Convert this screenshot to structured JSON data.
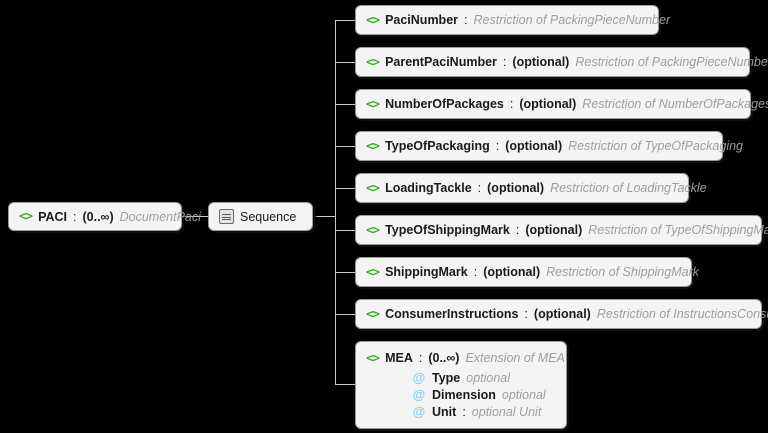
{
  "diagram": {
    "type": "xsd-schema-tree",
    "background_color": "#000000",
    "node_fill_color": "#f4f4f4",
    "element_icon_color": "#2fb216",
    "attribute_icon_color": "#8fcdee",
    "type_text_color": "#9e9e9e",
    "connector_color": "#c9c9c9"
  },
  "icons": {
    "element": "<>",
    "attribute": "@",
    "sequence": "sequence-icon"
  },
  "root": {
    "name": "PACI",
    "separator": ":",
    "cardinality": "(0..∞)",
    "type": "DocumentPaci"
  },
  "compositor": {
    "label": "Sequence"
  },
  "children": [
    {
      "name": "PaciNumber",
      "separator": ":",
      "optional": "",
      "type": "Restriction of PackingPieceNumber"
    },
    {
      "name": "ParentPaciNumber",
      "separator": ":",
      "optional": "(optional)",
      "type": "Restriction of PackingPieceNumber"
    },
    {
      "name": "NumberOfPackages",
      "separator": ":",
      "optional": "(optional)",
      "type": "Restriction of NumberOfPackages"
    },
    {
      "name": "TypeOfPackaging",
      "separator": ":",
      "optional": "(optional)",
      "type": "Restriction of TypeOfPackaging"
    },
    {
      "name": "LoadingTackle",
      "separator": ":",
      "optional": "(optional)",
      "type": "Restriction of LoadingTackle"
    },
    {
      "name": "TypeOfShippingMark",
      "separator": ":",
      "optional": "(optional)",
      "type": "Restriction of TypeOfShippingMark"
    },
    {
      "name": "ShippingMark",
      "separator": ":",
      "optional": "(optional)",
      "type": "Restriction of ShippingMark"
    },
    {
      "name": "ConsumerInstructions",
      "separator": ":",
      "optional": "(optional)",
      "type": "Restriction of InstructionsConsumer"
    }
  ],
  "mea": {
    "name": "MEA",
    "separator": ":",
    "cardinality": "(0..∞)",
    "type": "Extension of MEA",
    "attributes": [
      {
        "name": "Type",
        "separator": "",
        "type": "optional"
      },
      {
        "name": "Dimension",
        "separator": "",
        "type": "optional"
      },
      {
        "name": "Unit",
        "separator": ":",
        "type": "optional Unit"
      }
    ]
  }
}
